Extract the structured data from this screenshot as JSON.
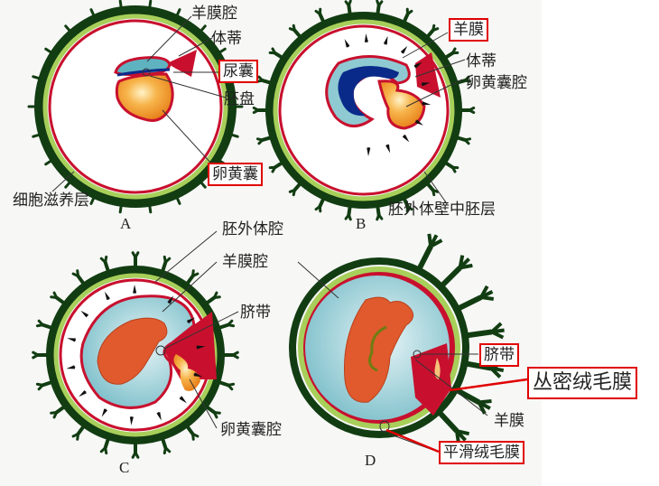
{
  "colors": {
    "trophoblast_dark": "#123d12",
    "trophoblast_light": "#a7cf5a",
    "mesoderm_red": "#c8102e",
    "amnion_blue": "#8fcad2",
    "amnion_dark_blue": "#0a2a8a",
    "yolk_orange": "#f39a2a",
    "embryo_red": "#e05a2e",
    "highlight_box": "#e00000"
  },
  "panels": {
    "A": {
      "letter": "A",
      "labels": {
        "amniotic_cavity": "羊膜腔",
        "body_stalk": "体蒂",
        "allantois": "尿囊",
        "embryonic_disc": "胚盘",
        "yolk_sac": "卵黄囊",
        "trophoblast": "细胞滋养层"
      }
    },
    "B": {
      "letter": "B",
      "labels": {
        "amnion": "羊膜",
        "body_stalk": "体蒂",
        "yolk_sac_cavity": "卵黄囊腔",
        "extraembryonic_somatic_mesoderm": "胚外体壁中胚层"
      }
    },
    "C": {
      "letter": "C",
      "labels": {
        "extraembryonic_coelom": "胚外体腔",
        "amniotic_cavity": "羊膜腔",
        "umbilical_cord": "脐带",
        "yolk_sac_cavity": "卵黄囊腔"
      }
    },
    "D": {
      "letter": "D",
      "labels": {
        "umbilical_cord": "脐带",
        "chorion_frondosum": "丛密绒毛膜",
        "amnion": "羊膜",
        "chorion_laeve": "平滑绒毛膜"
      }
    }
  }
}
